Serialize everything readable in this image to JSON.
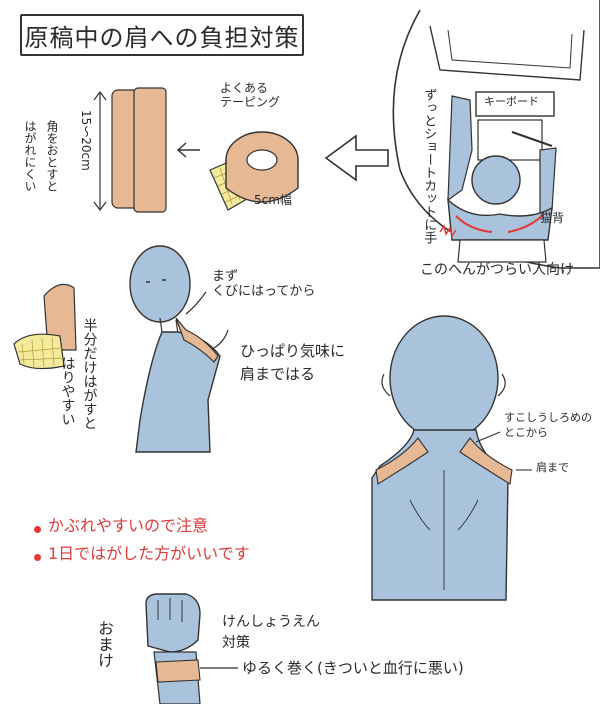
{
  "title": "原稿中の肩への負担対策",
  "sections": {
    "posture": {
      "keyboard_label": "キーボード",
      "shortcut_note": "ずっとショートカットに手",
      "cat_back": "猫背",
      "target_people": "このへんがつらい人向け"
    },
    "tape": {
      "common_taping": "よくある\nテーピング",
      "width": "5cm幅",
      "length": "15〜20cm",
      "corner_tip_1": "角をおとすと",
      "corner_tip_2": "はがれにくい"
    },
    "front_view": {
      "start_neck": "まず\nくびにはってから",
      "to_shoulder": "ひっぱり気味に\n肩まではる",
      "half_peel_1": "半分だけはがすと",
      "half_peel_2": "はりやすい"
    },
    "back_view": {
      "start_back": "すこしうしろめの\nとこから",
      "to_shoulder": "肩まで"
    },
    "warnings": [
      "かぶれやすいので注意",
      "1日ではがした方がいいです"
    ],
    "bonus": {
      "label": "おまけ",
      "tendon": "けんしょうえん\n対策",
      "loose_wrap": "ゆるく巻く(きついと血行に悪い)"
    }
  },
  "colors": {
    "skin_blue": "#a9c3dc",
    "tape_tan": "#e7b894",
    "tape_yellow": "#f4ea9c",
    "warning_red": "#e03a3a",
    "ink": "#2b2b2b"
  }
}
